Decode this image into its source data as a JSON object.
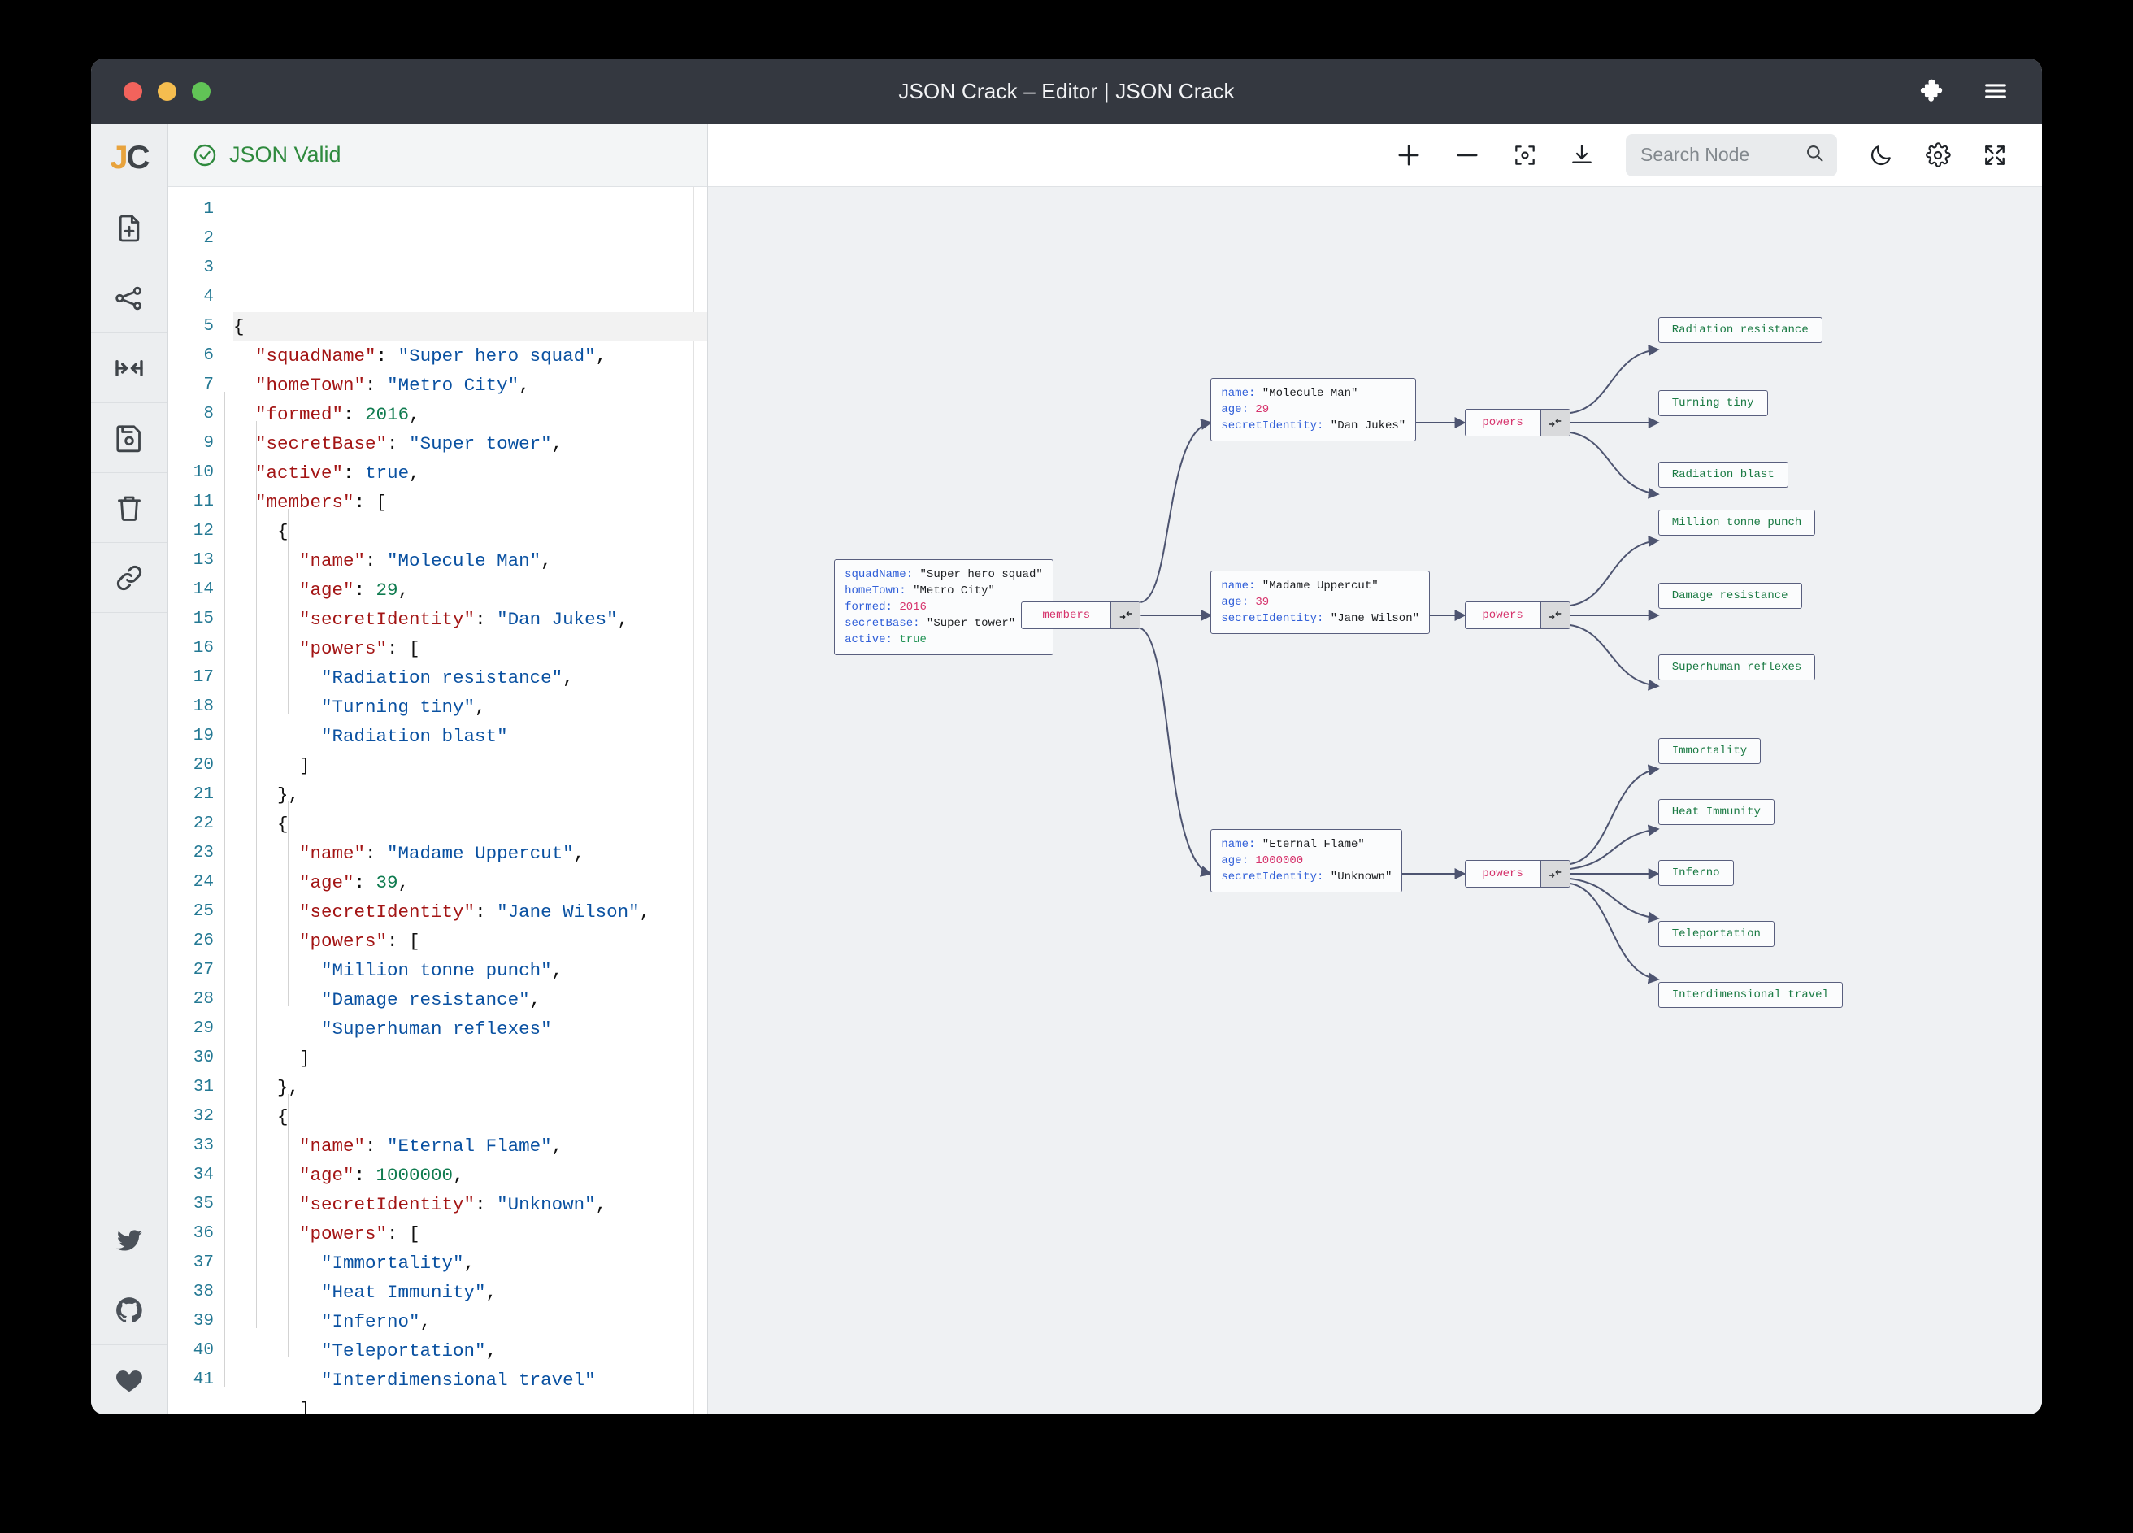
{
  "window": {
    "title": "JSON Crack – Editor | JSON Crack",
    "traffic": {
      "close": "close",
      "minimize": "minimize",
      "maximize": "maximize"
    },
    "right_icons": [
      "puzzle-piece-icon",
      "hamburger-menu-icon"
    ]
  },
  "rail": {
    "logo": {
      "j": "J",
      "c": "C"
    },
    "items": [
      {
        "name": "new-document",
        "icon": "file-plus-icon"
      },
      {
        "name": "share-graph",
        "icon": "share-nodes-icon"
      },
      {
        "name": "collapse-expand",
        "icon": "arrows-in-icon"
      },
      {
        "name": "save",
        "icon": "floppy-disk-icon"
      },
      {
        "name": "delete",
        "icon": "trash-icon"
      },
      {
        "name": "copy-link",
        "icon": "link-icon"
      }
    ],
    "social": [
      {
        "name": "twitter",
        "icon": "twitter-icon"
      },
      {
        "name": "github",
        "icon": "github-icon"
      },
      {
        "name": "sponsor",
        "icon": "heart-icon"
      }
    ]
  },
  "editor": {
    "status": {
      "label": "JSON Valid",
      "icon": "check-circle-icon",
      "color": "#2f8a3e"
    },
    "lines": [
      {
        "n": 1,
        "tokens": [
          {
            "t": "p",
            "v": "{"
          }
        ]
      },
      {
        "n": 2,
        "tokens": [
          {
            "t": "p",
            "v": "  "
          },
          {
            "t": "k",
            "v": "\"squadName\""
          },
          {
            "t": "p",
            "v": ": "
          },
          {
            "t": "s",
            "v": "\"Super hero squad\""
          },
          {
            "t": "p",
            "v": ","
          }
        ]
      },
      {
        "n": 3,
        "tokens": [
          {
            "t": "p",
            "v": "  "
          },
          {
            "t": "k",
            "v": "\"homeTown\""
          },
          {
            "t": "p",
            "v": ": "
          },
          {
            "t": "s",
            "v": "\"Metro City\""
          },
          {
            "t": "p",
            "v": ","
          }
        ]
      },
      {
        "n": 4,
        "tokens": [
          {
            "t": "p",
            "v": "  "
          },
          {
            "t": "k",
            "v": "\"formed\""
          },
          {
            "t": "p",
            "v": ": "
          },
          {
            "t": "n",
            "v": "2016"
          },
          {
            "t": "p",
            "v": ","
          }
        ]
      },
      {
        "n": 5,
        "tokens": [
          {
            "t": "p",
            "v": "  "
          },
          {
            "t": "k",
            "v": "\"secretBase\""
          },
          {
            "t": "p",
            "v": ": "
          },
          {
            "t": "s",
            "v": "\"Super tower\""
          },
          {
            "t": "p",
            "v": ","
          }
        ]
      },
      {
        "n": 6,
        "tokens": [
          {
            "t": "p",
            "v": "  "
          },
          {
            "t": "k",
            "v": "\"active\""
          },
          {
            "t": "p",
            "v": ": "
          },
          {
            "t": "b",
            "v": "true"
          },
          {
            "t": "p",
            "v": ","
          }
        ]
      },
      {
        "n": 7,
        "tokens": [
          {
            "t": "p",
            "v": "  "
          },
          {
            "t": "k",
            "v": "\"members\""
          },
          {
            "t": "p",
            "v": ": ["
          }
        ]
      },
      {
        "n": 8,
        "tokens": [
          {
            "t": "p",
            "v": "    {"
          }
        ]
      },
      {
        "n": 9,
        "tokens": [
          {
            "t": "p",
            "v": "      "
          },
          {
            "t": "k",
            "v": "\"name\""
          },
          {
            "t": "p",
            "v": ": "
          },
          {
            "t": "s",
            "v": "\"Molecule Man\""
          },
          {
            "t": "p",
            "v": ","
          }
        ]
      },
      {
        "n": 10,
        "tokens": [
          {
            "t": "p",
            "v": "      "
          },
          {
            "t": "k",
            "v": "\"age\""
          },
          {
            "t": "p",
            "v": ": "
          },
          {
            "t": "n",
            "v": "29"
          },
          {
            "t": "p",
            "v": ","
          }
        ]
      },
      {
        "n": 11,
        "tokens": [
          {
            "t": "p",
            "v": "      "
          },
          {
            "t": "k",
            "v": "\"secretIdentity\""
          },
          {
            "t": "p",
            "v": ": "
          },
          {
            "t": "s",
            "v": "\"Dan Jukes\""
          },
          {
            "t": "p",
            "v": ","
          }
        ]
      },
      {
        "n": 12,
        "tokens": [
          {
            "t": "p",
            "v": "      "
          },
          {
            "t": "k",
            "v": "\"powers\""
          },
          {
            "t": "p",
            "v": ": ["
          }
        ]
      },
      {
        "n": 13,
        "tokens": [
          {
            "t": "p",
            "v": "        "
          },
          {
            "t": "s",
            "v": "\"Radiation resistance\""
          },
          {
            "t": "p",
            "v": ","
          }
        ]
      },
      {
        "n": 14,
        "tokens": [
          {
            "t": "p",
            "v": "        "
          },
          {
            "t": "s",
            "v": "\"Turning tiny\""
          },
          {
            "t": "p",
            "v": ","
          }
        ]
      },
      {
        "n": 15,
        "tokens": [
          {
            "t": "p",
            "v": "        "
          },
          {
            "t": "s",
            "v": "\"Radiation blast\""
          }
        ]
      },
      {
        "n": 16,
        "tokens": [
          {
            "t": "p",
            "v": "      ]"
          }
        ]
      },
      {
        "n": 17,
        "tokens": [
          {
            "t": "p",
            "v": "    },"
          }
        ]
      },
      {
        "n": 18,
        "tokens": [
          {
            "t": "p",
            "v": "    {"
          }
        ]
      },
      {
        "n": 19,
        "tokens": [
          {
            "t": "p",
            "v": "      "
          },
          {
            "t": "k",
            "v": "\"name\""
          },
          {
            "t": "p",
            "v": ": "
          },
          {
            "t": "s",
            "v": "\"Madame Uppercut\""
          },
          {
            "t": "p",
            "v": ","
          }
        ]
      },
      {
        "n": 20,
        "tokens": [
          {
            "t": "p",
            "v": "      "
          },
          {
            "t": "k",
            "v": "\"age\""
          },
          {
            "t": "p",
            "v": ": "
          },
          {
            "t": "n",
            "v": "39"
          },
          {
            "t": "p",
            "v": ","
          }
        ]
      },
      {
        "n": 21,
        "tokens": [
          {
            "t": "p",
            "v": "      "
          },
          {
            "t": "k",
            "v": "\"secretIdentity\""
          },
          {
            "t": "p",
            "v": ": "
          },
          {
            "t": "s",
            "v": "\"Jane Wilson\""
          },
          {
            "t": "p",
            "v": ","
          }
        ]
      },
      {
        "n": 22,
        "tokens": [
          {
            "t": "p",
            "v": "      "
          },
          {
            "t": "k",
            "v": "\"powers\""
          },
          {
            "t": "p",
            "v": ": ["
          }
        ]
      },
      {
        "n": 23,
        "tokens": [
          {
            "t": "p",
            "v": "        "
          },
          {
            "t": "s",
            "v": "\"Million tonne punch\""
          },
          {
            "t": "p",
            "v": ","
          }
        ]
      },
      {
        "n": 24,
        "tokens": [
          {
            "t": "p",
            "v": "        "
          },
          {
            "t": "s",
            "v": "\"Damage resistance\""
          },
          {
            "t": "p",
            "v": ","
          }
        ]
      },
      {
        "n": 25,
        "tokens": [
          {
            "t": "p",
            "v": "        "
          },
          {
            "t": "s",
            "v": "\"Superhuman reflexes\""
          }
        ]
      },
      {
        "n": 26,
        "tokens": [
          {
            "t": "p",
            "v": "      ]"
          }
        ]
      },
      {
        "n": 27,
        "tokens": [
          {
            "t": "p",
            "v": "    },"
          }
        ]
      },
      {
        "n": 28,
        "tokens": [
          {
            "t": "p",
            "v": "    {"
          }
        ]
      },
      {
        "n": 29,
        "tokens": [
          {
            "t": "p",
            "v": "      "
          },
          {
            "t": "k",
            "v": "\"name\""
          },
          {
            "t": "p",
            "v": ": "
          },
          {
            "t": "s",
            "v": "\"Eternal Flame\""
          },
          {
            "t": "p",
            "v": ","
          }
        ]
      },
      {
        "n": 30,
        "tokens": [
          {
            "t": "p",
            "v": "      "
          },
          {
            "t": "k",
            "v": "\"age\""
          },
          {
            "t": "p",
            "v": ": "
          },
          {
            "t": "n",
            "v": "1000000"
          },
          {
            "t": "p",
            "v": ","
          }
        ]
      },
      {
        "n": 31,
        "tokens": [
          {
            "t": "p",
            "v": "      "
          },
          {
            "t": "k",
            "v": "\"secretIdentity\""
          },
          {
            "t": "p",
            "v": ": "
          },
          {
            "t": "s",
            "v": "\"Unknown\""
          },
          {
            "t": "p",
            "v": ","
          }
        ]
      },
      {
        "n": 32,
        "tokens": [
          {
            "t": "p",
            "v": "      "
          },
          {
            "t": "k",
            "v": "\"powers\""
          },
          {
            "t": "p",
            "v": ": ["
          }
        ]
      },
      {
        "n": 33,
        "tokens": [
          {
            "t": "p",
            "v": "        "
          },
          {
            "t": "s",
            "v": "\"Immortality\""
          },
          {
            "t": "p",
            "v": ","
          }
        ]
      },
      {
        "n": 34,
        "tokens": [
          {
            "t": "p",
            "v": "        "
          },
          {
            "t": "s",
            "v": "\"Heat Immunity\""
          },
          {
            "t": "p",
            "v": ","
          }
        ]
      },
      {
        "n": 35,
        "tokens": [
          {
            "t": "p",
            "v": "        "
          },
          {
            "t": "s",
            "v": "\"Inferno\""
          },
          {
            "t": "p",
            "v": ","
          }
        ]
      },
      {
        "n": 36,
        "tokens": [
          {
            "t": "p",
            "v": "        "
          },
          {
            "t": "s",
            "v": "\"Teleportation\""
          },
          {
            "t": "p",
            "v": ","
          }
        ]
      },
      {
        "n": 37,
        "tokens": [
          {
            "t": "p",
            "v": "        "
          },
          {
            "t": "s",
            "v": "\"Interdimensional travel\""
          }
        ]
      },
      {
        "n": 38,
        "tokens": [
          {
            "t": "p",
            "v": "      ]"
          }
        ]
      },
      {
        "n": 39,
        "tokens": [
          {
            "t": "p",
            "v": "    }"
          }
        ]
      },
      {
        "n": 40,
        "tokens": [
          {
            "t": "p",
            "v": "  ]"
          }
        ]
      },
      {
        "n": 41,
        "tokens": [
          {
            "t": "p",
            "v": "}"
          }
        ]
      }
    ]
  },
  "toolbar": {
    "zoom_in": "zoom-in-icon",
    "zoom_out": "zoom-out-icon",
    "center": "center-focus-icon",
    "download": "download-icon",
    "search_placeholder": "Search Node",
    "search_value": "",
    "dark_mode": "moon-icon",
    "settings": "gear-icon",
    "fullscreen": "fullscreen-icon"
  },
  "graph": {
    "root": {
      "rows": [
        {
          "key": "squadName",
          "value": "\"Super hero squad\"",
          "type": "str"
        },
        {
          "key": "homeTown",
          "value": "\"Metro City\"",
          "type": "str"
        },
        {
          "key": "formed",
          "value": "2016",
          "type": "num"
        },
        {
          "key": "secretBase",
          "value": "\"Super tower\"",
          "type": "str"
        },
        {
          "key": "active",
          "value": "true",
          "type": "bool"
        }
      ]
    },
    "members_label": "members",
    "powers_label": "powers",
    "collapse_icon": "collapse-arrows-icon",
    "members": [
      {
        "rows": [
          {
            "key": "name",
            "value": "\"Molecule Man\"",
            "type": "str"
          },
          {
            "key": "age",
            "value": "29",
            "type": "num"
          },
          {
            "key": "secretIdentity",
            "value": "\"Dan Jukes\"",
            "type": "str"
          }
        ],
        "powers": [
          "Radiation resistance",
          "Turning tiny",
          "Radiation blast"
        ]
      },
      {
        "rows": [
          {
            "key": "name",
            "value": "\"Madame Uppercut\"",
            "type": "str"
          },
          {
            "key": "age",
            "value": "39",
            "type": "num"
          },
          {
            "key": "secretIdentity",
            "value": "\"Jane Wilson\"",
            "type": "str"
          }
        ],
        "powers": [
          "Million tonne punch",
          "Damage resistance",
          "Superhuman reflexes"
        ]
      },
      {
        "rows": [
          {
            "key": "name",
            "value": "\"Eternal Flame\"",
            "type": "str"
          },
          {
            "key": "age",
            "value": "1000000",
            "type": "num"
          },
          {
            "key": "secretIdentity",
            "value": "\"Unknown\"",
            "type": "str"
          }
        ],
        "powers": [
          "Immortality",
          "Heat Immunity",
          "Inferno",
          "Teleportation",
          "Interdimensional travel"
        ]
      }
    ]
  }
}
